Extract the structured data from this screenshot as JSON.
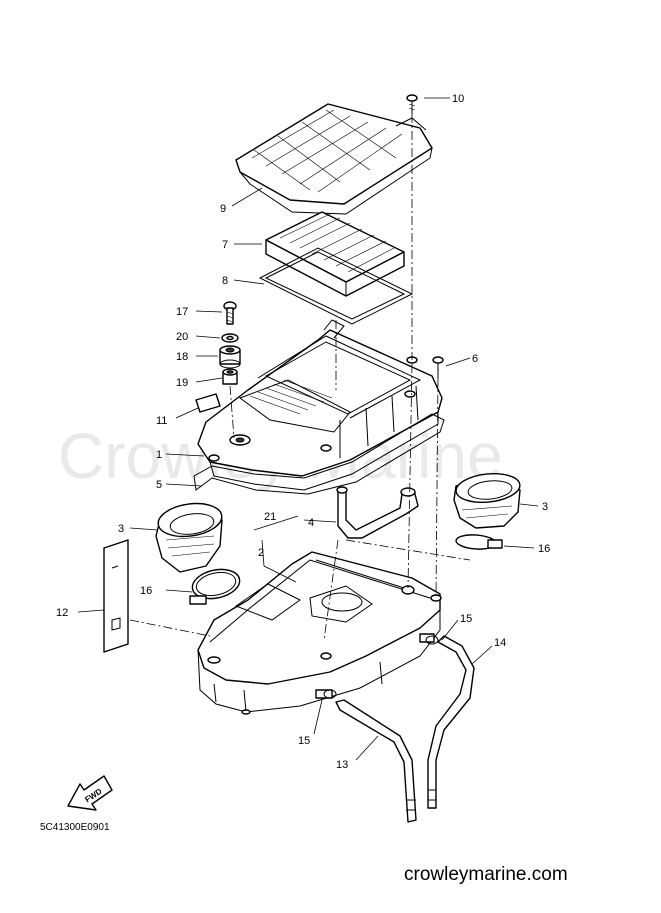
{
  "watermark": "Crowley Marine",
  "site_url": "crowleymarine.com",
  "diagram_code": "5C41300E0901",
  "fwd_label": "FWD",
  "callouts": {
    "c1": "1",
    "c2": "2",
    "c3a": "3",
    "c3b": "3",
    "c4": "4",
    "c5": "5",
    "c6": "6",
    "c7": "7",
    "c8": "8",
    "c9": "9",
    "c10": "10",
    "c11": "11",
    "c12": "12",
    "c13": "13",
    "c14": "14",
    "c15a": "15",
    "c15b": "15",
    "c16a": "16",
    "c16b": "16",
    "c17": "17",
    "c18": "18",
    "c19": "19",
    "c20": "20",
    "c21": "21"
  }
}
